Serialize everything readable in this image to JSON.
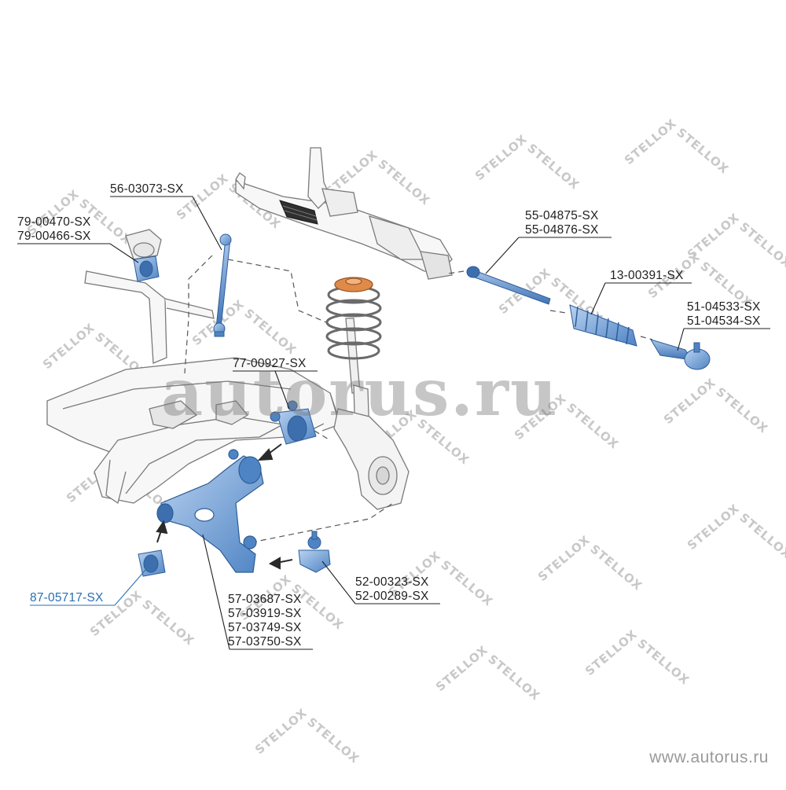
{
  "watermarks": {
    "stamp_text": "STELLOX",
    "site_big": "autorus.ru",
    "site_url": "www.autorus.ru"
  },
  "labels": {
    "stab_link": "56-03073-SX",
    "stab_bush_1": "79-00470-SX",
    "stab_bush_2": "79-00466-SX",
    "tie_rod_1": "55-04875-SX",
    "tie_rod_2": "55-04876-SX",
    "boot": "13-00391-SX",
    "tie_end_1": "51-04533-SX",
    "tie_end_2": "51-04534-SX",
    "rear_bush": "77-00927-SX",
    "ball_joint_1": "52-00323-SX",
    "ball_joint_2": "52-00289-SX",
    "arm_1": "57-03687-SX",
    "arm_2": "57-03919-SX",
    "arm_3": "57-03749-SX",
    "arm_4": "57-03750-SX",
    "front_bush": "87-05717-SX"
  },
  "colors": {
    "part_blue": "#7fa9dc",
    "part_blue_dark": "#3d6fae",
    "highlight_label": "#2a6fb2",
    "line_art": "#6a6a6a",
    "spring_orange": "#e08a4a"
  }
}
